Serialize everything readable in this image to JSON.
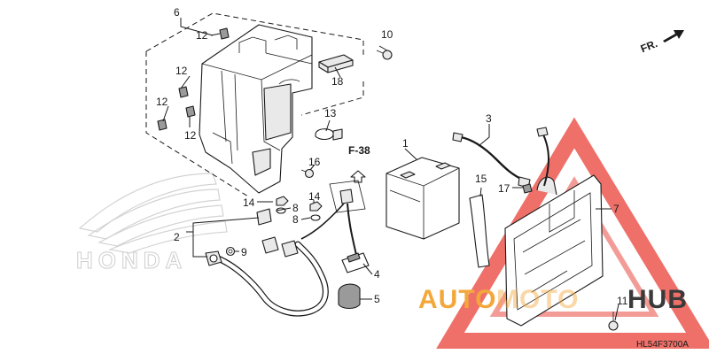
{
  "callouts": {
    "c1": "1",
    "c2": "2",
    "c3": "3",
    "c4": "4",
    "c5": "5",
    "c6": "6",
    "c7": "7",
    "c8a": "8",
    "c8b": "8",
    "c9": "9",
    "c10": "10",
    "c11": "11",
    "c12a": "12",
    "c12b": "12",
    "c12c": "12",
    "c12d": "12",
    "c13": "13",
    "c14a": "14",
    "c14b": "14",
    "c15": "15",
    "c16": "16",
    "c17": "17",
    "c18": "18"
  },
  "section_ref": "F-38",
  "direction_label": "FR.",
  "diagram_code": "HL54F3700A",
  "background_logo": "HONDA",
  "watermark": {
    "text_auto": "AUTO",
    "text_moto": "MOTO",
    "text_hub": "HUB",
    "color_orange": "#f3a73b",
    "color_red": "#e8392f",
    "color_dark": "#3a3a3a"
  }
}
